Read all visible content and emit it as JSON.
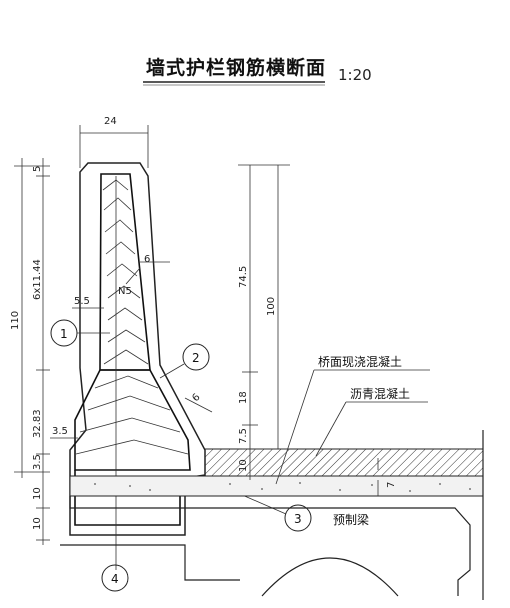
{
  "title": "墙式护栏钢筋横断面",
  "scale": "1:20",
  "labels": {
    "pavement": "桥面现浇混凝土",
    "asphalt": "沥青混凝土",
    "beam": "预制梁"
  },
  "dimensions": {
    "top_width": "24",
    "d5": "5",
    "d6x11": "6x11.44",
    "d110": "110",
    "d32": "32.83",
    "d3_5a": "3.5",
    "d3_5b": "3.5",
    "d5_5": "5.5",
    "d10a": "10",
    "d10b": "10",
    "d10c": "10",
    "d6": "6",
    "d6b": "6",
    "n5": "N5",
    "d74": "74.5",
    "d100": "100",
    "d18": "18",
    "d7_5": "7.5",
    "d7": "7"
  },
  "callouts": [
    "1",
    "2",
    "3",
    "4"
  ]
}
